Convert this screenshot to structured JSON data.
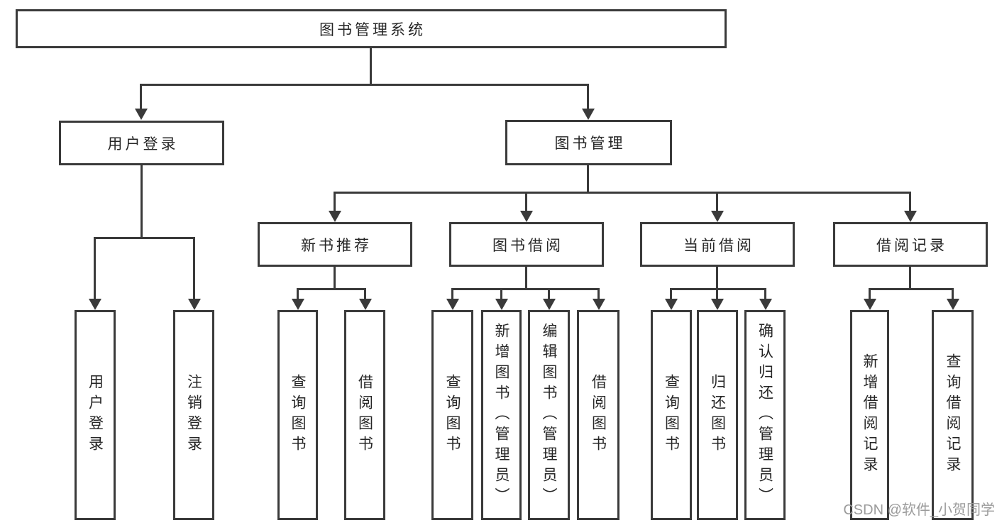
{
  "diagram": {
    "type": "tree",
    "root": {
      "label": "图书管理系统"
    },
    "level2": [
      {
        "id": "user-login",
        "label": "用户登录",
        "leaves": [
          {
            "label": "用户登录"
          },
          {
            "label": "注销登录"
          }
        ]
      },
      {
        "id": "book-management",
        "label": "图书管理",
        "children": [
          {
            "id": "new-book-recommend",
            "label": "新书推荐",
            "leaves": [
              {
                "label": "查询图书"
              },
              {
                "label": "借阅图书"
              }
            ]
          },
          {
            "id": "book-borrowing",
            "label": "图书借阅",
            "leaves": [
              {
                "label": "查询图书"
              },
              {
                "label": "新增图书（管理员）"
              },
              {
                "label": "编辑图书（管理员）"
              },
              {
                "label": "借阅图书"
              }
            ]
          },
          {
            "id": "current-borrowing",
            "label": "当前借阅",
            "leaves": [
              {
                "label": "查询图书"
              },
              {
                "label": "归还图书"
              },
              {
                "label": "确认归还（管理员）"
              }
            ]
          },
          {
            "id": "borrowing-records",
            "label": "借阅记录",
            "leaves": [
              {
                "label": "新增借阅记录"
              },
              {
                "label": "查询借阅记录"
              }
            ]
          }
        ]
      }
    ]
  },
  "watermark": {
    "text": "CSDN @软件_小贺同学",
    "color": "#9b9b9b"
  },
  "colors": {
    "line": "#3a3a3a",
    "text": "#262626",
    "box_background": "#ffffff"
  }
}
